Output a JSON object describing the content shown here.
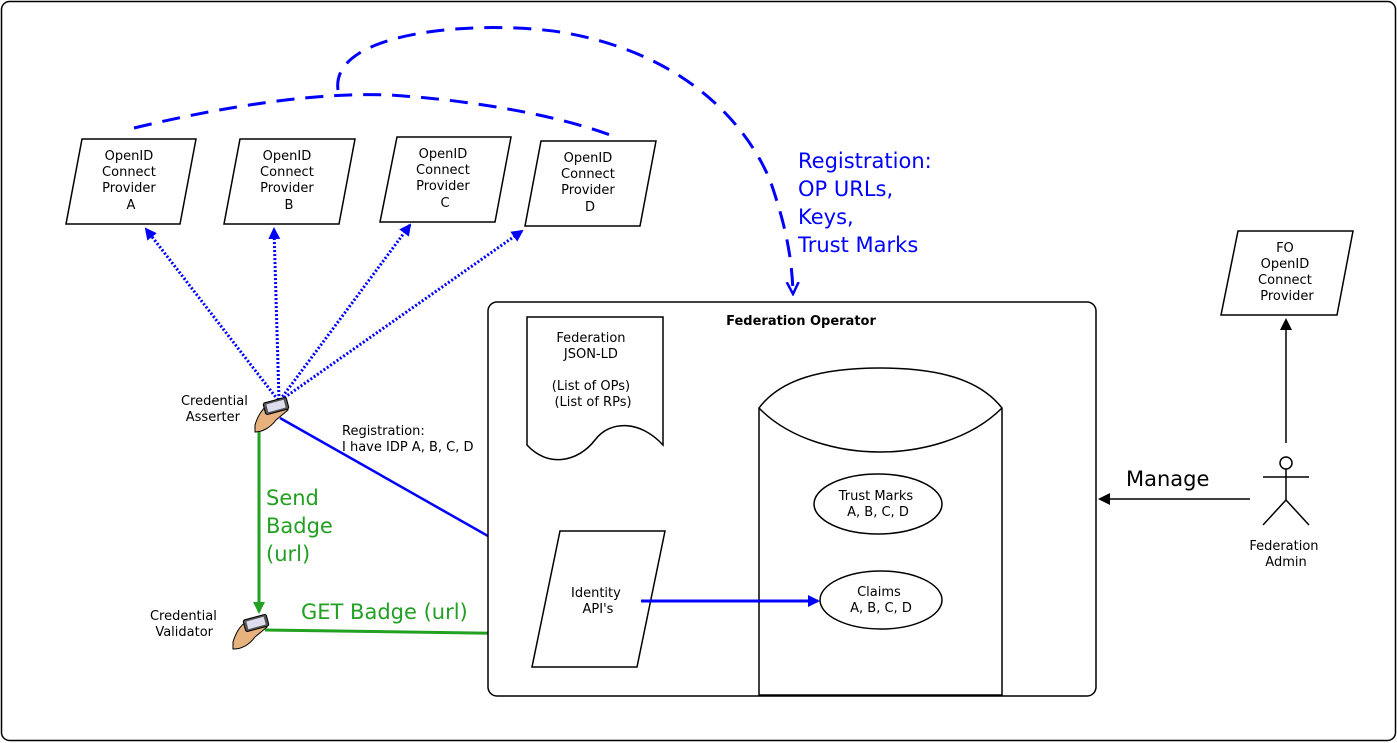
{
  "providers": [
    {
      "lines": [
        "OpenID",
        "Connect",
        "Provider",
        "A"
      ]
    },
    {
      "lines": [
        "OpenID",
        "Connect",
        "Provider",
        "B"
      ]
    },
    {
      "lines": [
        "OpenID",
        "Connect",
        "Provider",
        "C"
      ]
    },
    {
      "lines": [
        "OpenID",
        "Connect",
        "Provider",
        "D"
      ]
    }
  ],
  "fo_provider": {
    "lines": [
      "FO",
      "OpenID",
      "Connect",
      "Provider"
    ]
  },
  "registration_op": {
    "lines": [
      "Registration:",
      "OP URLs,",
      "Keys,",
      "Trust Marks"
    ]
  },
  "federation_operator": {
    "title": "Federation Operator"
  },
  "federation_doc": {
    "lines": [
      "Federation",
      "JSON-LD",
      "",
      "(List of OPs)",
      "(List of RPs)"
    ]
  },
  "identity_api": {
    "lines": [
      "Identity",
      "API's"
    ]
  },
  "trust_marks": {
    "lines": [
      "Trust Marks",
      "A, B, C, D"
    ]
  },
  "claims": {
    "lines": [
      "Claims",
      "A, B, C, D"
    ]
  },
  "manage": {
    "label": "Manage"
  },
  "federation_admin": {
    "lines": [
      "Federation",
      "Admin"
    ]
  },
  "credential_asserter": {
    "lines": [
      "Credential",
      "Asserter"
    ]
  },
  "credential_validator": {
    "lines": [
      "Credential",
      "Validator"
    ]
  },
  "registration_idp": {
    "lines": [
      "Registration:",
      "I have IDP A, B, C, D"
    ]
  },
  "send_badge": {
    "lines": [
      "Send",
      "Badge",
      "(url)"
    ]
  },
  "get_badge": {
    "label": "GET Badge (url)"
  },
  "colors": {
    "blue": "#0000ff",
    "green": "#22a022",
    "hand": "#e8b27f"
  }
}
